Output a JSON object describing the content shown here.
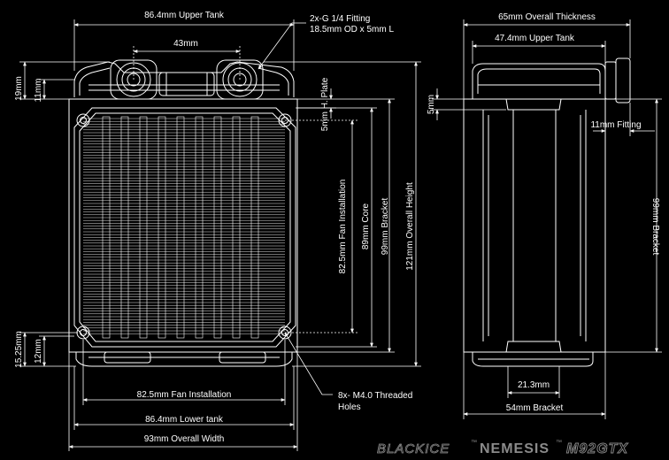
{
  "front_view": {
    "upper_tank": "86.4mm Upper Tank",
    "fitting_spacing": "43mm",
    "fitting_note_line1": "2x-G 1/4 Fitting",
    "fitting_note_line2": "18.5mm OD x 5mm L",
    "tank_height_19": "19mm",
    "tank_height_11": "11mm",
    "h_plate": "5mm H. Plate",
    "fan_install_vertical": "82.5mm Fan Installation",
    "core": "89mm Core",
    "bracket": "99mm Bracket",
    "overall_height": "121mm Overall Height",
    "bottom_15": "15.25mm",
    "bottom_12": "12mm",
    "fan_install_horizontal": "82.5mm Fan Installation",
    "lower_tank": "86.4mm Lower tank",
    "overall_width": "93mm Overall Width",
    "holes_note_line1": "8x- M4.0 Threaded",
    "holes_note_line2": "Holes"
  },
  "side_view": {
    "overall_thickness": "65mm Overall Thickness",
    "upper_tank": "47.4mm Upper Tank",
    "tank_5mm": "5mm",
    "fitting": "11mm Fitting",
    "bracket": "99mm Bracket",
    "width_21": "21.3mm",
    "bracket_54": "54mm Bracket"
  },
  "brand": {
    "blackice": "BLACKICE",
    "tm": "™",
    "model": "NEMESIS",
    "model_tm": "™",
    "code": "M92GTX"
  },
  "colors": {
    "background": "#000000",
    "line": "#ffffff",
    "logo_grey": "#8a8a8a"
  }
}
